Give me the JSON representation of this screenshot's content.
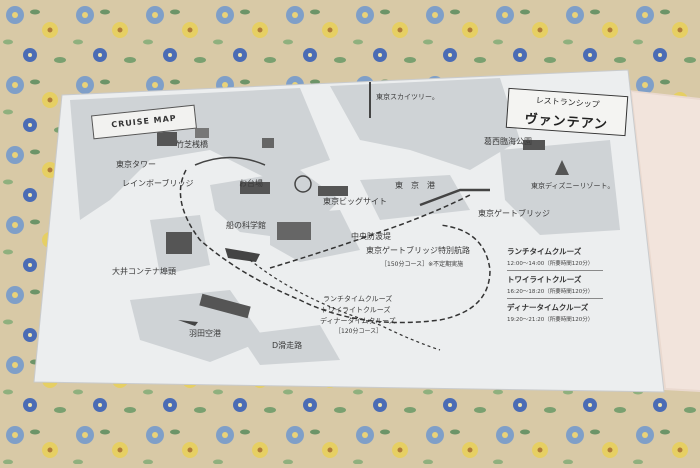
{
  "image": {
    "subject": "Printed cruise map brochure for Restaurant Ship Vingt-et-un lying on a floral fabric",
    "colors": {
      "fabric": "#d8c9a6",
      "paper": "#eceeef",
      "land": "#cfd3d6",
      "ink": "#333333"
    }
  },
  "map": {
    "banner": "CRUISE MAP",
    "brand": {
      "line1": "レストランシップ",
      "line2": "ヴァンテアン"
    },
    "labels": {
      "skytree": "東京スカイツリー。",
      "kasai": "葛西臨海公園",
      "tokyo_tower": "東京タワー",
      "takeshiba": "竹芝桟橋",
      "rainbow_bridge": "レインボーブリッジ",
      "odaiba": "お台場",
      "tokyo_port": "東　京　港",
      "big_sight": "東京ビッグサイト",
      "disney": "東京ディズニーリゾート。",
      "gate_bridge": "東京ゲートブリッジ",
      "museum": "船の科学館",
      "breakwater": "中央防波堤",
      "special_route": "東京ゲートブリッジ特別航路",
      "special_course": "［150分コース］※不定期実施",
      "oi_pier": "大井コンテナ埠頭",
      "route_lunch": "ランチタイムクルーズ",
      "route_twilight": "トワイライトクルーズ",
      "route_dinner": "ディナータイムクルーズ",
      "route_course": "［120分コース］",
      "haneda": "羽田空港",
      "runway": "D滑走路"
    },
    "cruises": [
      {
        "name": "ランチタイムクルーズ",
        "time": "12:00〜14:00（所要時間120分）"
      },
      {
        "name": "トワイライトクルーズ",
        "time": "16:20〜18:20（所要時間120分）"
      },
      {
        "name": "ディナータイムクルーズ",
        "time": "19:20〜21:20（所要時間120分）"
      }
    ]
  }
}
